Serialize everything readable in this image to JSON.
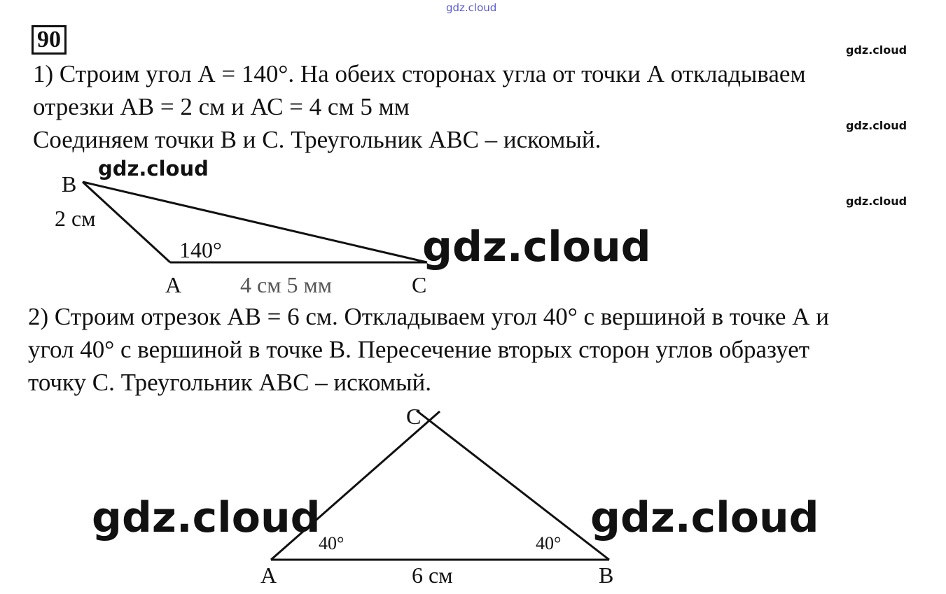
{
  "problem_number": "90",
  "part1": {
    "lines": [
      "1) Строим угол А = 140°. На обеих сторонах угла от точки А откладываем",
      "отрезки АВ = 2 см и АС = 4 см 5 мм",
      "Соединяем точки В и С. Треугольник  АВС – искомый."
    ],
    "figure": {
      "B": "B",
      "A": "A",
      "C": "C",
      "AB": "2 см",
      "angle": "140°",
      "AC": "4 см 5 мм"
    }
  },
  "part2": {
    "lines": [
      "2) Строим отрезок АВ = 6 см. Откладываем угол 40° с вершиной в точке А и",
      "угол 40° с вершиной в точке В. Пересечение вторых сторон углов образует",
      "точку С. Треугольник АВС – искомый."
    ],
    "figure": {
      "A": "A",
      "B": "B",
      "C": "C",
      "AB": "6 см",
      "angleA": "40°",
      "angleB": "40°"
    }
  },
  "watermarks": [
    "gdz.cloud",
    "gdz.cloud",
    "gdz.cloud",
    "gdz.cloud",
    "gdz.cloud",
    "gdz.cloud",
    "gdz.cloud",
    "gdz.cloud"
  ]
}
